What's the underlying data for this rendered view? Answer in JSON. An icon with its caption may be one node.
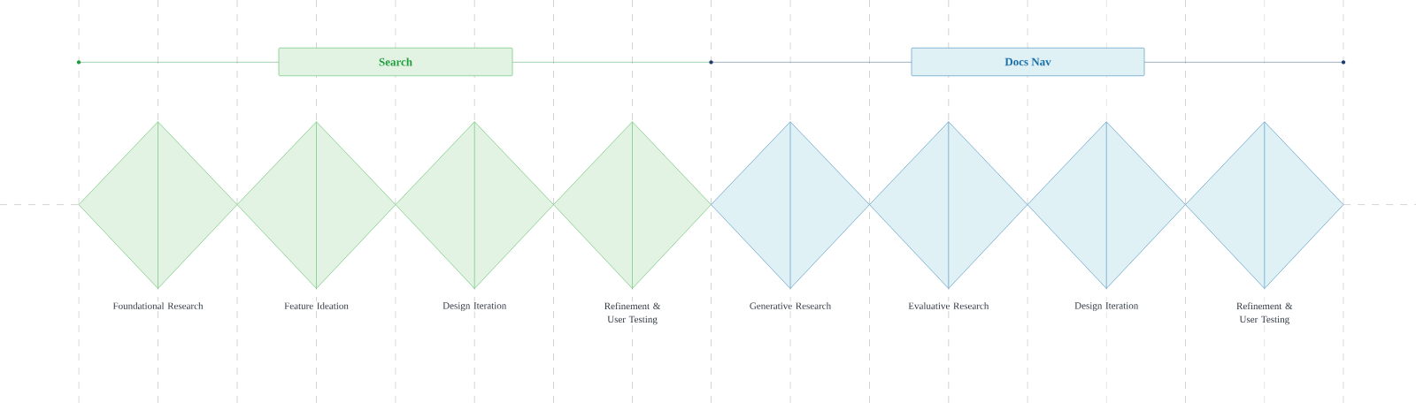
{
  "diagram": {
    "nodes": [
      {
        "text": [
          "Search"
        ]
      },
      {
        "text": [
          "Docs Nav"
        ]
      },
      {
        "text": [
          "Foundational Research"
        ]
      },
      {
        "text": [
          "Feature Ideation"
        ]
      },
      {
        "text": [
          "Design Iteration"
        ]
      },
      {
        "text": [
          "Refinement & User Testing"
        ]
      },
      {
        "text": [
          "Generative Research"
        ]
      },
      {
        "text": [
          "Evaluative Research"
        ]
      },
      {
        "text": [
          "Design Iteration"
        ]
      },
      {
        "text": [
          "Refinement & User Testing"
        ]
      }
    ]
  }
}
